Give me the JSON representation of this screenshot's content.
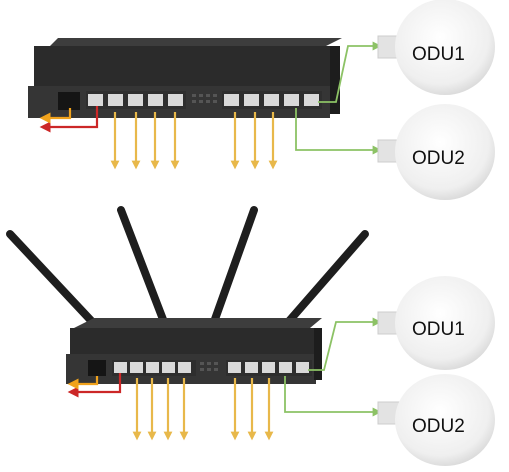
{
  "colors": {
    "background": "#ffffff",
    "router_body": "#2b2b2b",
    "router_face": "#3a3a3a",
    "port": "#d9d9d9",
    "antenna": "#1e1e1e",
    "odu_body": "#f2f2f2",
    "link_green": "#8cc265",
    "arrow_yellow": "#e8b84a",
    "arrow_red": "#cc2727",
    "arrow_orange": "#f0a21c"
  },
  "top_setup": {
    "odu1_label": "ODU1",
    "odu2_label": "ODU2"
  },
  "bottom_setup": {
    "odu1_label": "ODU1",
    "odu2_label": "ODU2"
  }
}
